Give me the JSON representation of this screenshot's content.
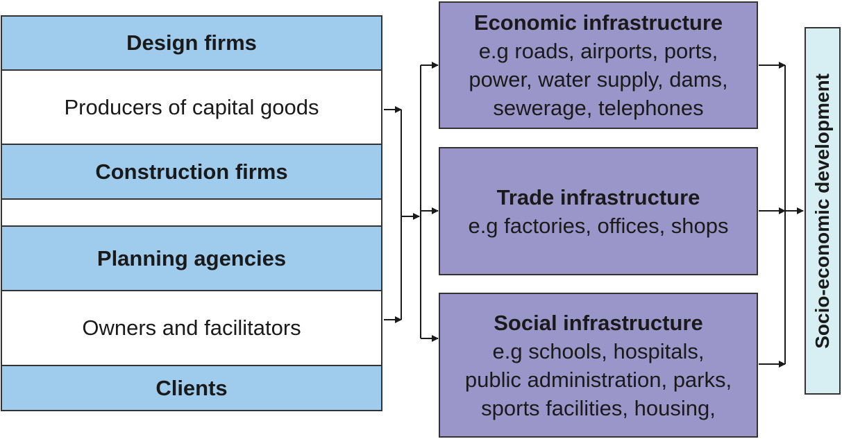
{
  "left_column": {
    "design_firms": "Design firms",
    "producers": "Producers of capital goods",
    "construction_firms": "Construction firms",
    "planning_agencies": "Planning agencies",
    "owners": "Owners and facilitators",
    "clients": "Clients"
  },
  "right_column": {
    "economic": {
      "title": "Economic infrastructure",
      "lines": [
        "e.g roads, airports, ports,",
        "power, water supply, dams,",
        "sewerage, telephones"
      ]
    },
    "trade": {
      "title": "Trade infrastructure",
      "lines": [
        "e.g factories, offices, shops"
      ]
    },
    "social": {
      "title": "Social infrastructure",
      "lines": [
        "e.g schools, hospitals,",
        "public administration, parks,",
        "sports facilities, housing,"
      ]
    }
  },
  "outcome": {
    "label": "Socio-economic development"
  },
  "colors": {
    "left_blue": "#9fcbec",
    "right_purple": "#9b96c9",
    "outcome_fill": "#d7eff3"
  }
}
